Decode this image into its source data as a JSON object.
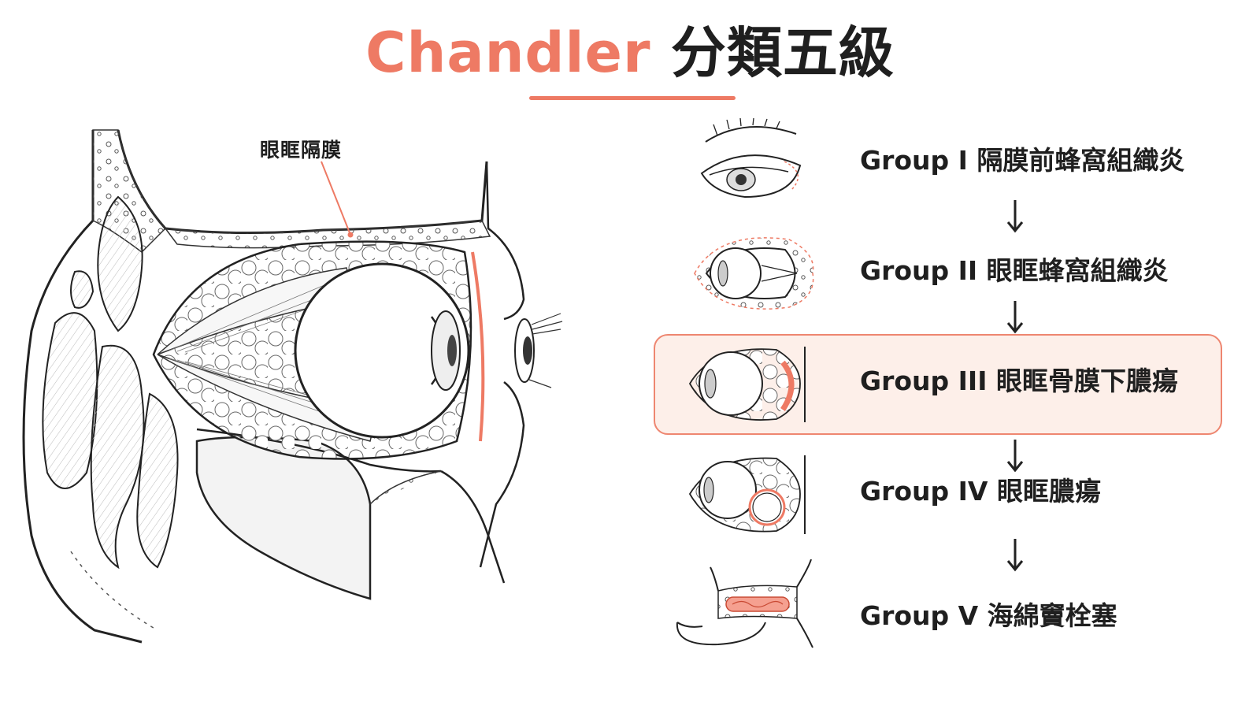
{
  "title": {
    "accent_text": "Chandler",
    "rest_text": " 分類五級"
  },
  "anatomy": {
    "septum_label": "眼眶隔膜"
  },
  "stages": [
    {
      "label": "Group I 隔膜前蜂窩組織炎",
      "icon": "eyelid-swelling-icon"
    },
    {
      "label": "Group II 眼眶蜂窩組織炎",
      "icon": "orbital-cellulitis-icon"
    },
    {
      "label": "Group III 眼眶骨膜下膿瘍",
      "icon": "subperiosteal-abscess-icon",
      "highlighted": true
    },
    {
      "label": "Group IV 眼眶膿瘍",
      "icon": "orbital-abscess-icon"
    },
    {
      "label": "Group V 海綿竇栓塞",
      "icon": "cavernous-sinus-thrombosis-icon"
    }
  ],
  "colors": {
    "accent": "#ee7a64",
    "highlight_fill": "#fdefe9",
    "ink": "#1f1f1f"
  }
}
